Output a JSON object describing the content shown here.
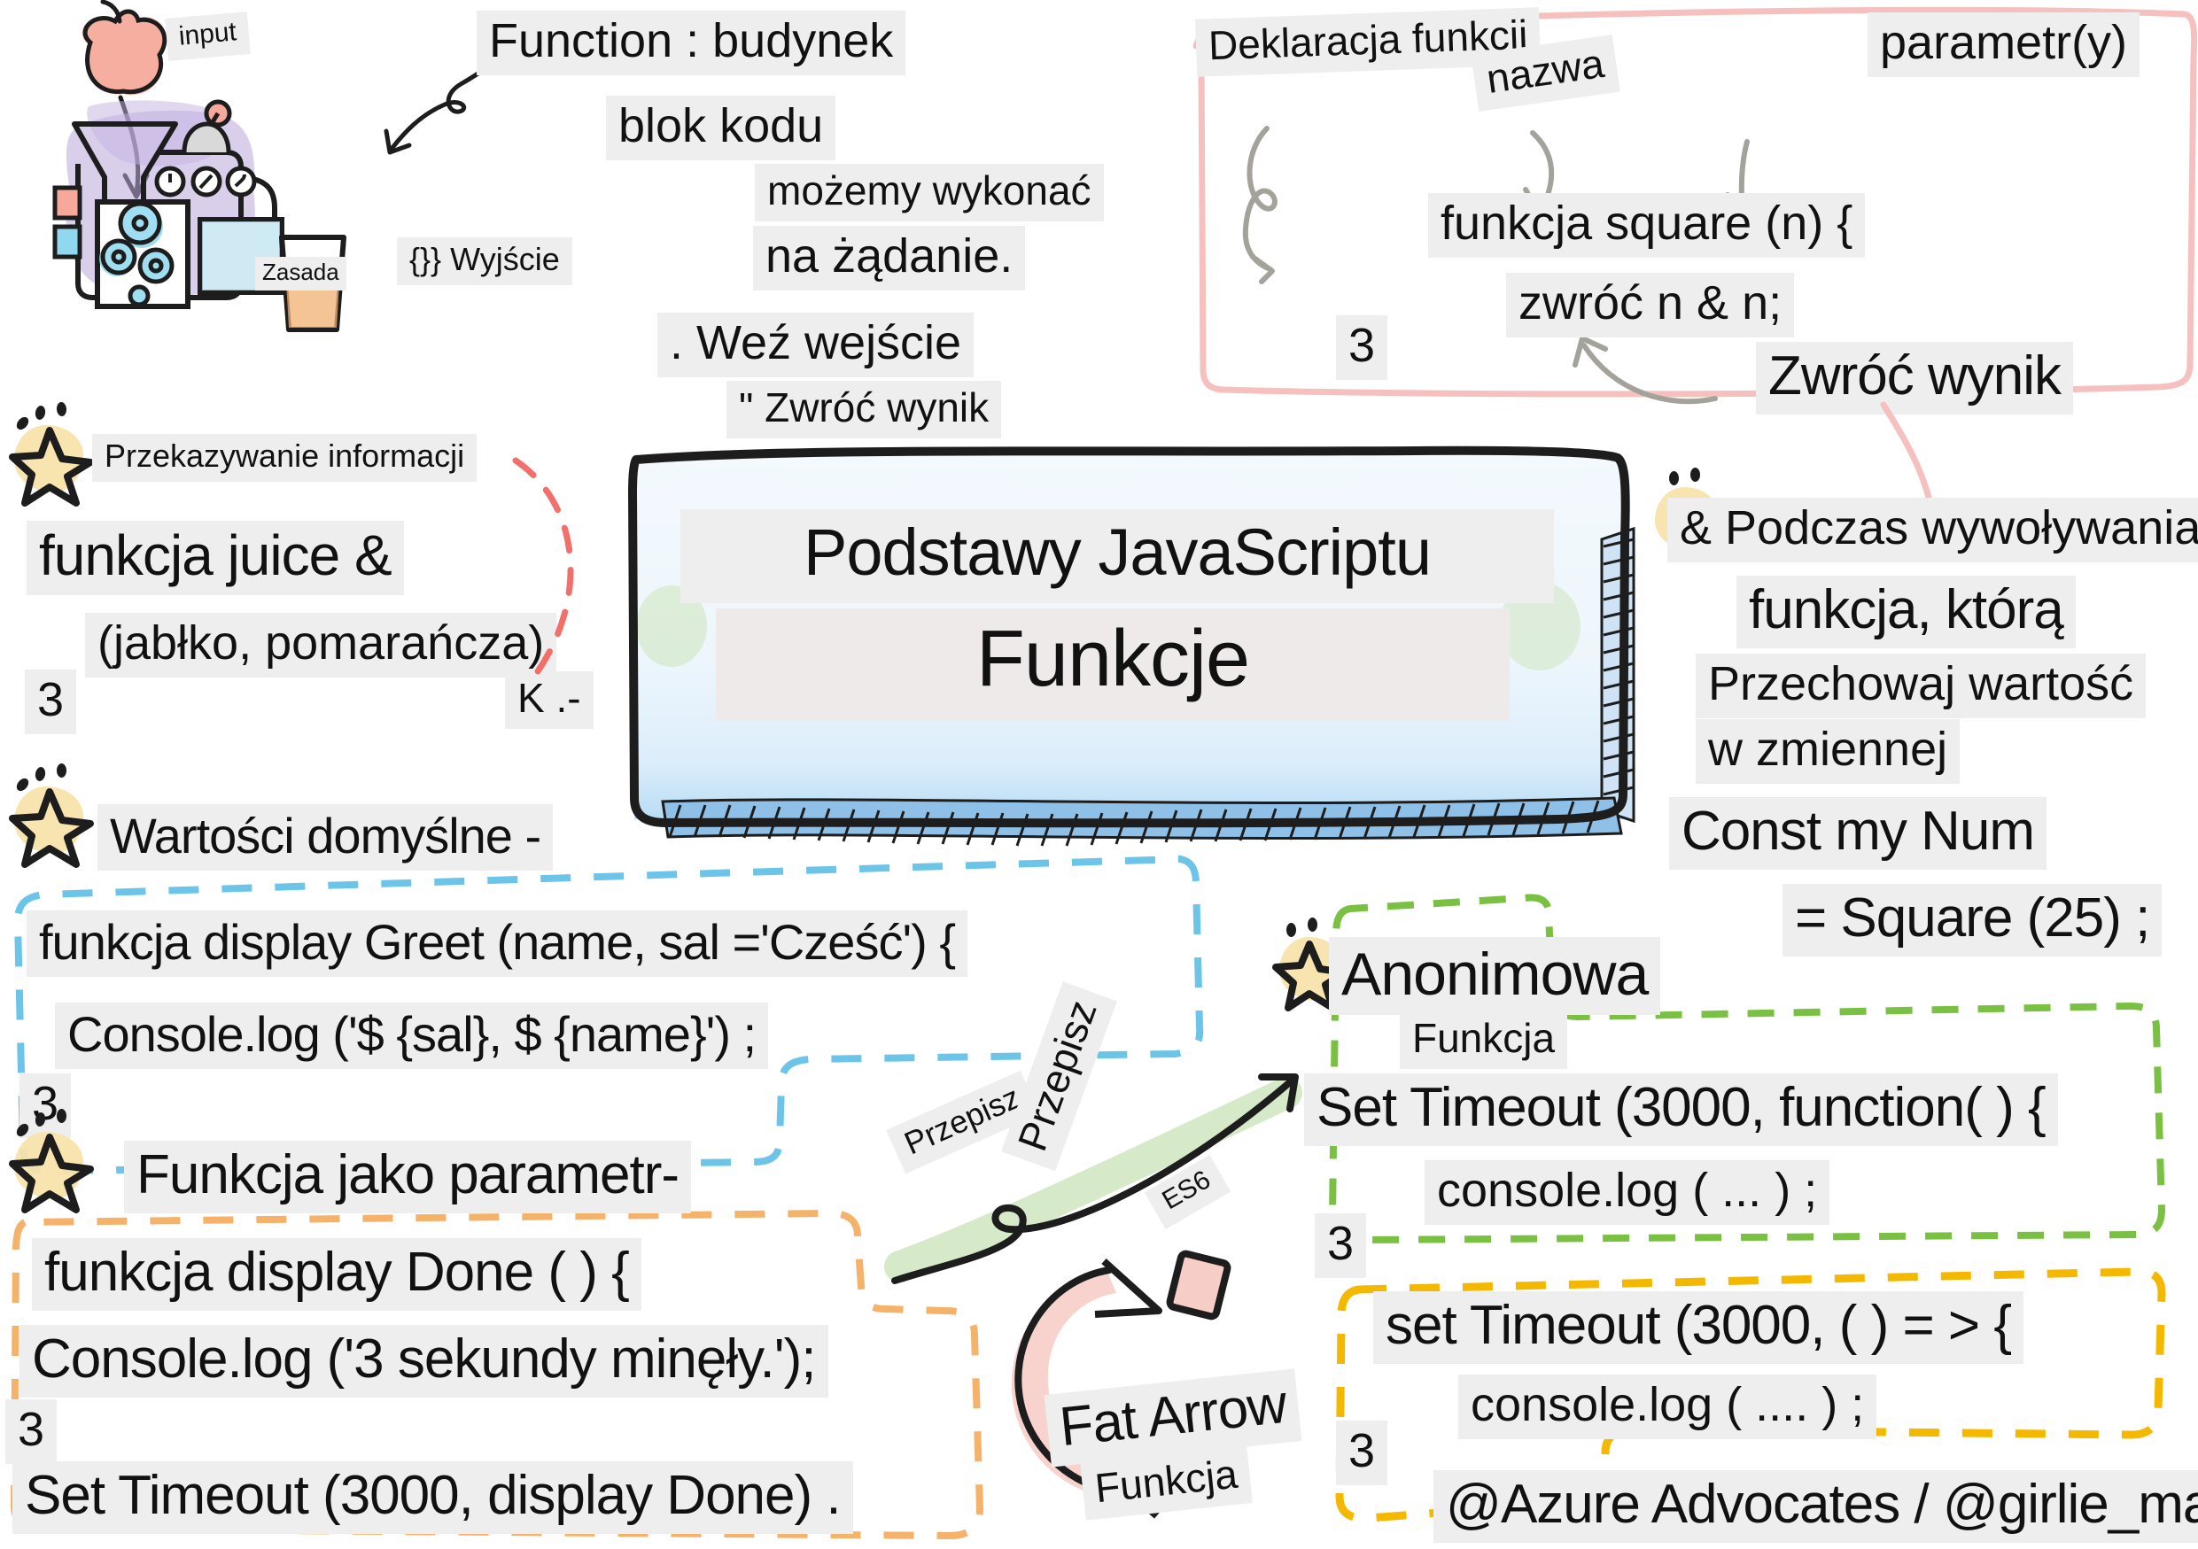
{
  "meta": {
    "title": "Podstawy JavaScriptu — Funkcje",
    "credit": "@Azure Advocates / @girlie_mac",
    "colors": {
      "pink_box": "#f5c0bd",
      "blue_dashed": "#6cc5e8",
      "green_dashed": "#7ac143",
      "orange_dashed": "#f5b26b",
      "yellow_dashed": "#f5b800",
      "red_dashed": "#f2706b",
      "star_blob": "#f7e3ab",
      "chip_bg": "#eeeeee",
      "board_blue": "#b9dcf4"
    }
  },
  "title_board": {
    "line1": "Podstawy JavaScriptu",
    "line2": "Funkcje"
  },
  "juicer": {
    "input_label": "input",
    "machine_label": "Zasada",
    "output_label": "{}} Wyjście"
  },
  "intro": {
    "l1": "Function : budynek",
    "l2": "blok kodu",
    "l3": "możemy wykonać",
    "l4": "na żądanie.",
    "l5": ". Weź wejście",
    "l6": "\" Zwróć wynik"
  },
  "declaration": {
    "heading": "Deklaracja funkcji",
    "name_label": "nazwa",
    "param_label": "parametr(y)",
    "code1": "funkcja square (n) {",
    "code2": "zwróć n & n;",
    "code3": "3",
    "return_label": "Zwróć wynik"
  },
  "passing": {
    "star_label": "Przekazywanie informacji",
    "code1": "funkcja juice &",
    "code2": "(jabłko, pomarańcza)",
    "code3": "3",
    "note": "K .-"
  },
  "calling": {
    "l1": "& Podczas wywoływania",
    "l2": "funkcja, którą",
    "l3": "Przechowaj wartość",
    "l4": "w zmiennej",
    "code1": "Const my Num",
    "code2": "= Square (25) ;"
  },
  "defaults": {
    "star_label": "Wartości domyślne -",
    "code1": "funkcja display Greet (name, sal ='Cześć') {",
    "code2": "Console.log ('$ {sal}, $ {name}') ;",
    "code3": "3"
  },
  "param_fn": {
    "star_label": "Funkcja jako parametr-",
    "code1": "funkcja display Done ( ) {",
    "code2": "Console.log ('3 sekundy minęły.');",
    "code3": "3",
    "code4": "Set Timeout (3000, display Done) ."
  },
  "anonymous": {
    "star_label": "Anonimowa",
    "sub_label": "Funkcja",
    "code1": "Set Timeout (3000, function( ) {",
    "code2": "console.log ( ... ) ;",
    "code3": "3"
  },
  "fat_arrow": {
    "rewrite1": "Przepisz",
    "rewrite2": "Przepisz",
    "es6": "ES6",
    "label1": "Fat Arrow",
    "label2": "Funkcja"
  },
  "arrow_fn": {
    "code1": "set Timeout (3000, ( ) = > {",
    "code2": "console.log ( .... ) ;",
    "code3": "3"
  },
  "footer": {
    "credit": "@Azure Advocates / @girlie_mac"
  }
}
